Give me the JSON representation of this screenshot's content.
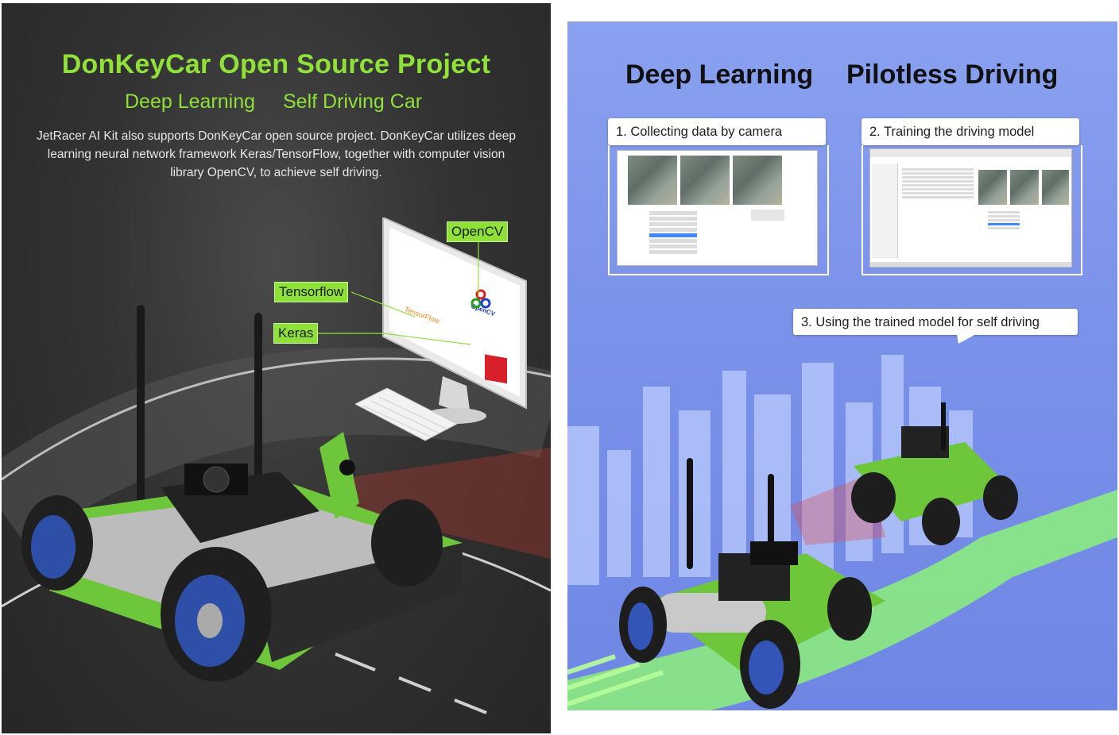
{
  "left": {
    "title": "DonKeyCar Open Source Project",
    "subtitle_1": "Deep Learning",
    "subtitle_2": "Self Driving Car",
    "description": "JetRacer AI Kit also supports DonKeyCar open source project. DonKeyCar utilizes deep learning neural network framework Keras/TensorFlow, together with computer vision library OpenCV, to achieve self driving.",
    "labels": {
      "opencv": "OpenCV",
      "tensorflow": "Tensorflow",
      "keras": "Keras"
    },
    "monitor_logos": {
      "tensorflow_text": "TensorFlow",
      "opencv_text": "OpenCV",
      "keras_letter": "K"
    },
    "accent_color": "#8fe13a"
  },
  "right": {
    "heading_1": "Deep Learning",
    "heading_2": "Pilotless Driving",
    "steps": [
      {
        "label": "1. Collecting data by camera"
      },
      {
        "label": "2. Training the driving model"
      },
      {
        "label": "3. Using the trained model for self driving"
      }
    ],
    "background_color": "#7c93ea"
  }
}
